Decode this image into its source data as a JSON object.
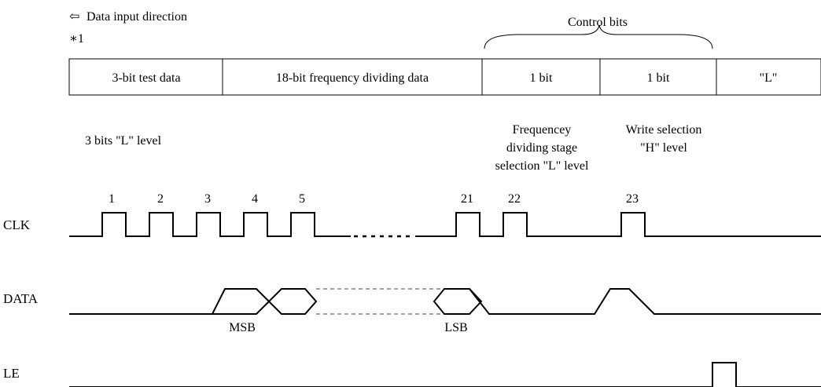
{
  "header": {
    "direction_arrow": "⇦",
    "direction_label": "Data input direction",
    "note_mark": "∗1",
    "control_bits_label": "Control bits"
  },
  "register": {
    "fields": [
      "3-bit test data",
      "18-bit frequency dividing data",
      "1 bit",
      "1 bit",
      "\"L\""
    ]
  },
  "notes": {
    "test_data_level": "3 bits \"L\" level",
    "divider_select": [
      "Frequencey",
      "dividing stage",
      "selection \"L\" level"
    ],
    "write_select": [
      "Write selection",
      "\"H\" level"
    ]
  },
  "signals": {
    "clk": "CLK",
    "data": "DATA",
    "le": "LE"
  },
  "clock_pulses": [
    "1",
    "2",
    "3",
    "4",
    "5",
    "21",
    "22",
    "23"
  ],
  "data_markers": {
    "msb": "MSB",
    "lsb": "LSB"
  }
}
